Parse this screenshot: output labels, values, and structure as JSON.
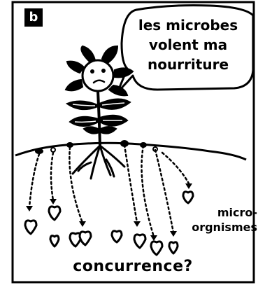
{
  "panel_label": "b",
  "speech_bubble": {
    "lines": [
      "les microbes",
      "volent ma",
      "nourriture"
    ]
  },
  "soil_label": {
    "lines": [
      "micro-",
      "orgnismes"
    ]
  },
  "caption": "concurrence?",
  "colors": {
    "ink": "#000000",
    "paper": "#ffffff"
  }
}
